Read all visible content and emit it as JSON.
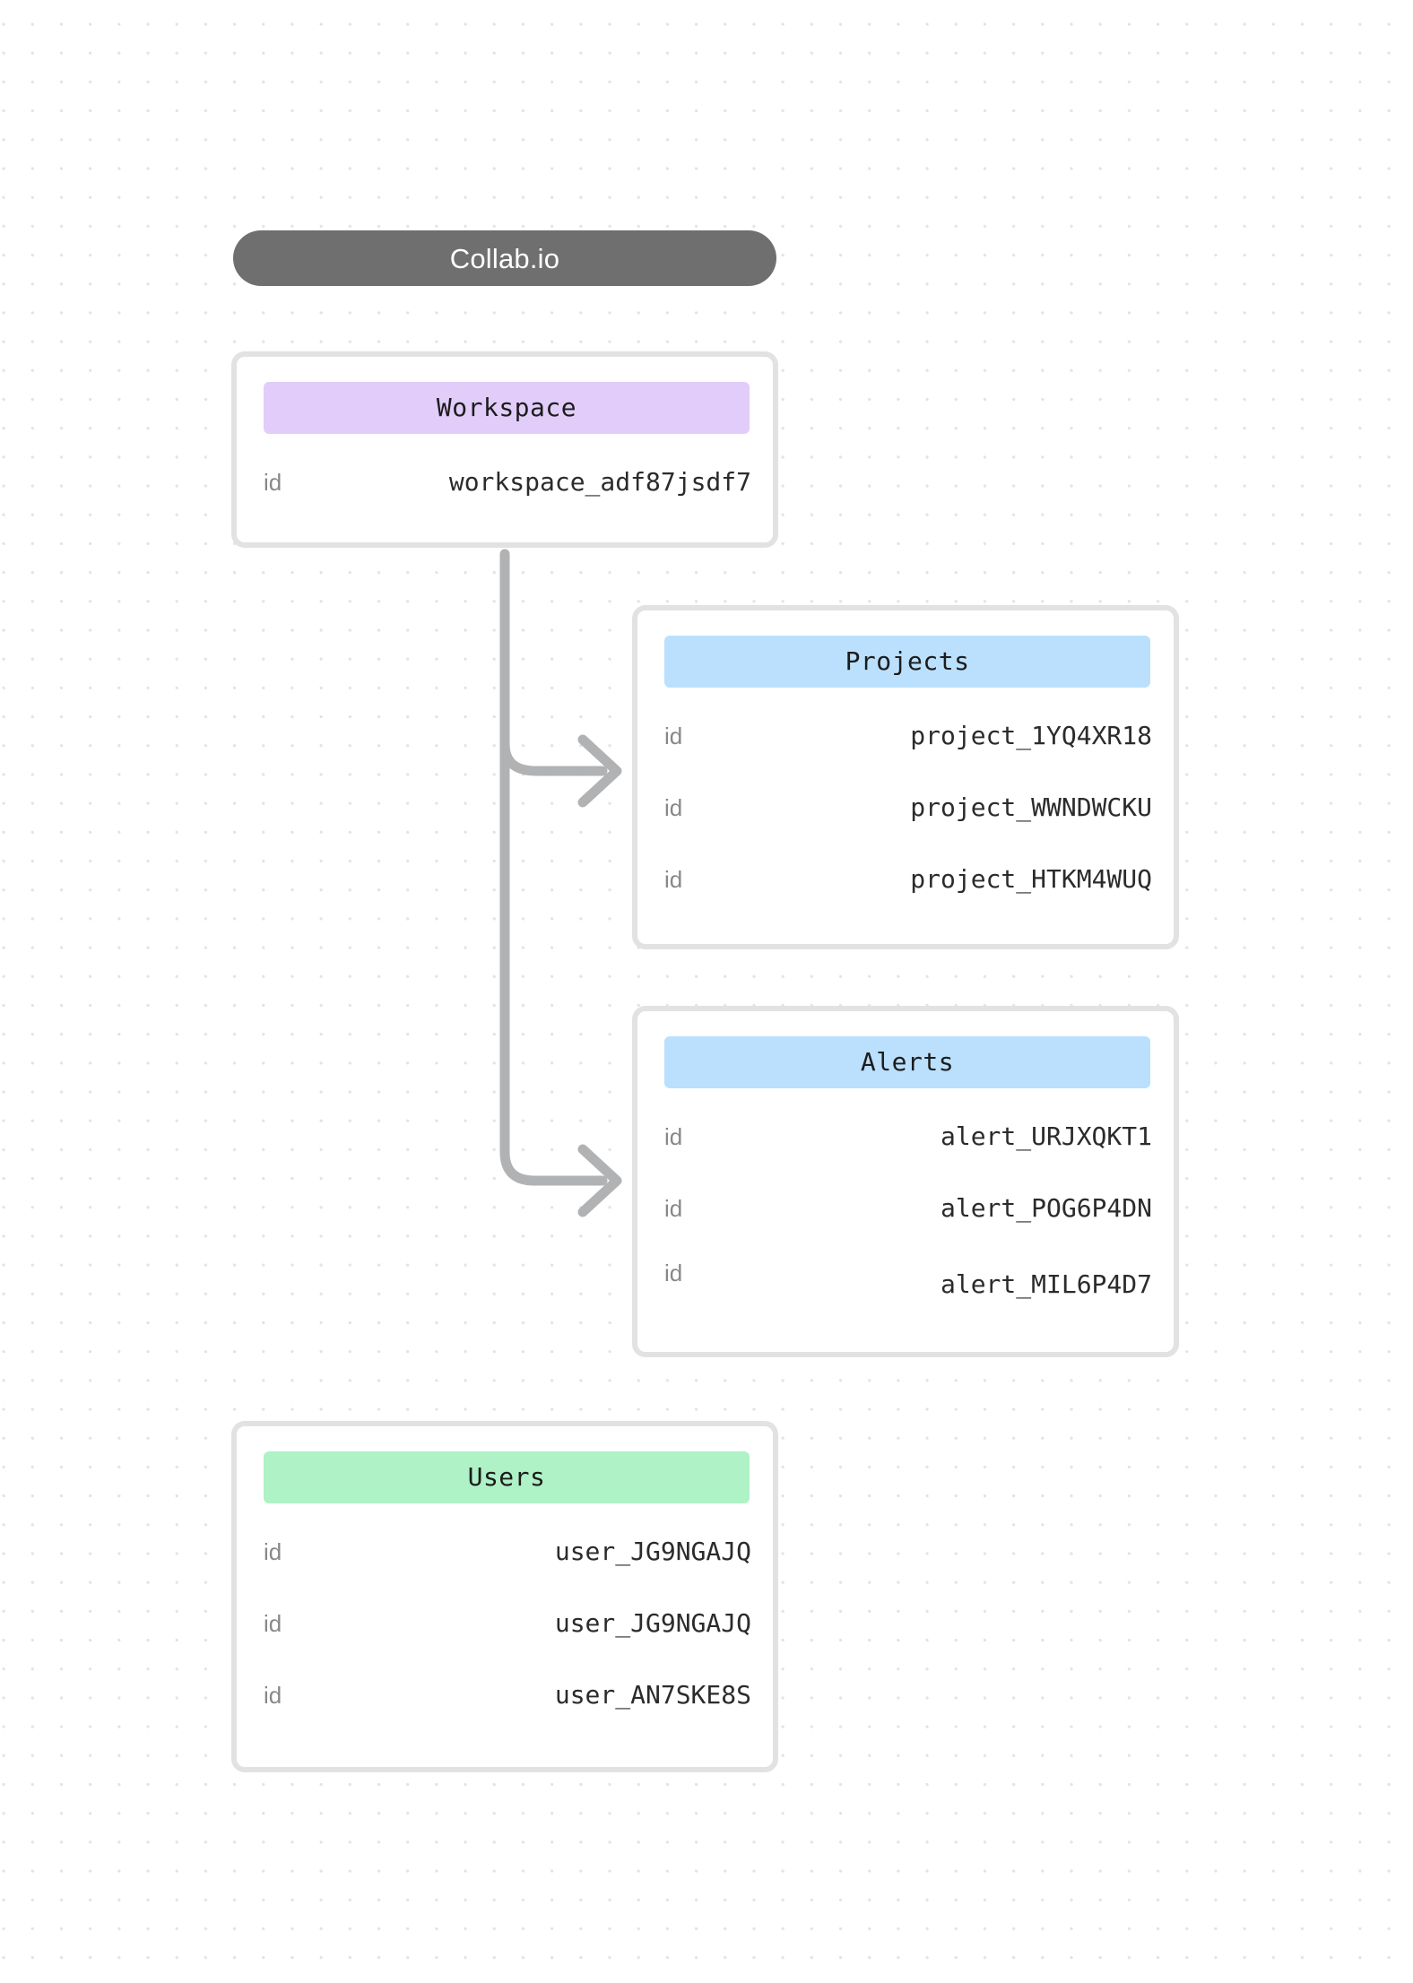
{
  "header": {
    "title": "Collab.io"
  },
  "palette": {
    "background": "#ffffff",
    "dot_grid": "#e3e3e3",
    "title_pill": "#706f6f",
    "title_text": "#ffffff",
    "card_border": "#e2e2e2",
    "card_fill": "#ffffff",
    "workspace_chip": "#e2cdfa",
    "projects_chip": "#bae0fd",
    "alerts_chip": "#bae0fd",
    "users_chip": "#aef2c6",
    "connector": "#b0b2b3",
    "key_text": "#888888",
    "value_text": "#2b2b2b"
  },
  "cards": {
    "workspace": {
      "title": "Workspace",
      "rows": [
        {
          "key": "id",
          "value": "workspace_adf87jsdf7"
        }
      ]
    },
    "projects": {
      "title": "Projects",
      "rows": [
        {
          "key": "id",
          "value": "project_1YQ4XR18"
        },
        {
          "key": "id",
          "value": "project_WWNDWCKU"
        },
        {
          "key": "id",
          "value": "project_HTKM4WUQ"
        }
      ]
    },
    "alerts": {
      "title": "Alerts",
      "rows": [
        {
          "key": "id",
          "value": "alert_URJXQKT1"
        },
        {
          "key": "id",
          "value": "alert_POG6P4DN"
        },
        {
          "key": "id",
          "value": "alert_MIL6P4D7"
        }
      ]
    },
    "users": {
      "title": "Users",
      "rows": [
        {
          "key": "id",
          "value": "user_JG9NGAJQ"
        },
        {
          "key": "id",
          "value": "user_JG9NGAJQ"
        },
        {
          "key": "id",
          "value": "user_AN7SKE8S"
        }
      ]
    }
  },
  "connectors": [
    {
      "from": "workspace",
      "to": "projects"
    },
    {
      "from": "workspace",
      "to": "alerts"
    }
  ]
}
